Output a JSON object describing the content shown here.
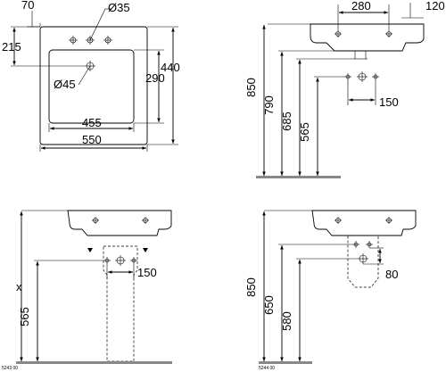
{
  "top_view": {
    "dim_70": "70",
    "dim_d35": "Ø35",
    "dim_215": "215",
    "dim_440": "440",
    "dim_290": "290",
    "dim_d45": "Ø45",
    "dim_455": "455",
    "dim_550": "550"
  },
  "side_view_wall": {
    "dim_280": "280",
    "dim_120": "120",
    "dim_850": "850",
    "dim_790": "790",
    "dim_685": "685",
    "dim_565": "565",
    "dim_150": "150"
  },
  "pedestal_view": {
    "dim_x": "x",
    "dim_565": "565",
    "dim_150": "150",
    "code": "5243 00"
  },
  "semi_pedestal_view": {
    "dim_850": "850",
    "dim_650": "650",
    "dim_580": "580",
    "dim_80": "80",
    "code": "5244 00"
  }
}
